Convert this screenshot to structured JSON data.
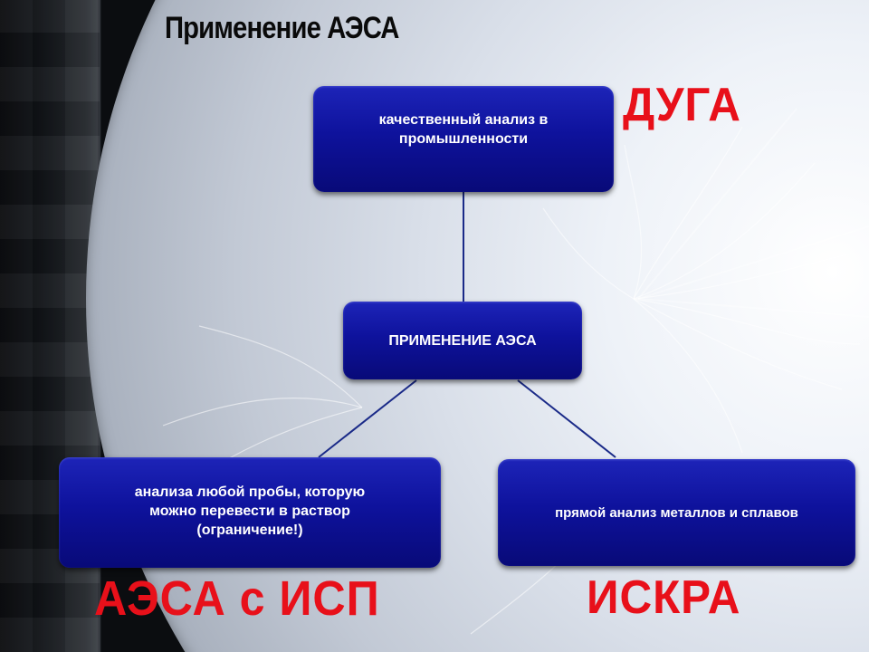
{
  "slide": {
    "title": "Применение АЭСА"
  },
  "diagram": {
    "top_box": {
      "line1": "качественный анализ в",
      "line2": "промышленности"
    },
    "center_box": {
      "text": "ПРИМЕНЕНИЕ АЭСА"
    },
    "left_box": {
      "line1": "анализа любой пробы, которую",
      "line2": "можно перевести в раствор",
      "line3": "(ограничение!)"
    },
    "right_box": {
      "text": "прямой анализ металлов и сплавов"
    },
    "labels": {
      "top_right": "ДУГА",
      "bottom_left": "АЭСА с ИСП",
      "bottom_right": "ИСКРА"
    }
  },
  "colors": {
    "box_blue": "#0e129c",
    "label_red": "#e8101a",
    "connector": "#1a2a88"
  }
}
